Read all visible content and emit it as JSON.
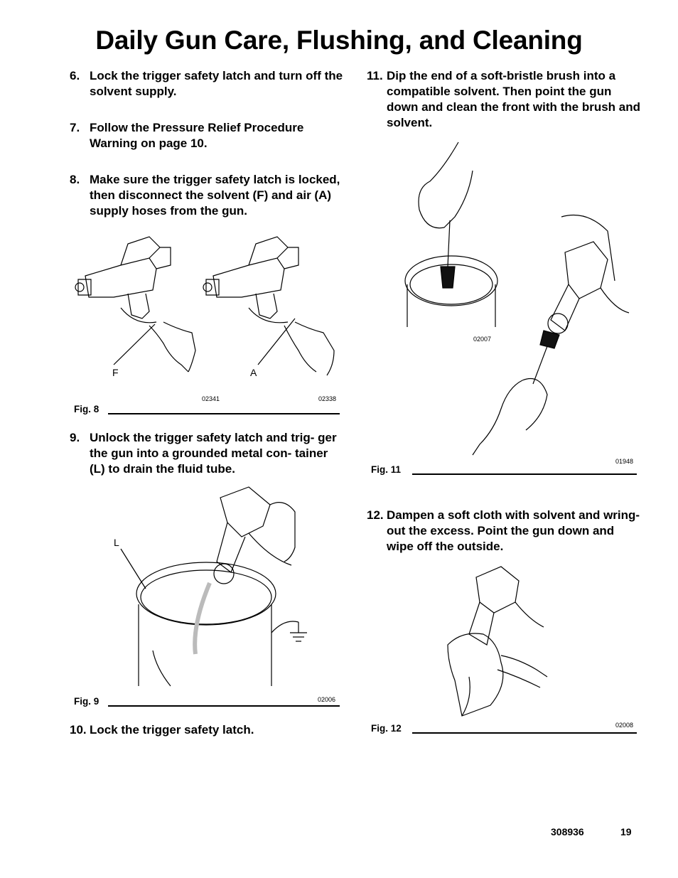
{
  "page": {
    "title": "Daily Gun Care, Flushing, and Cleaning",
    "doc_number": "308936",
    "page_number": "19"
  },
  "steps": [
    {
      "num": "6.",
      "text": "Lock the trigger safety latch and turn off the solvent supply."
    },
    {
      "num": "7.",
      "text": "Follow the Pressure Relief Procedure Warning on page 10."
    },
    {
      "num": "8.",
      "text": "Make sure the trigger safety latch is locked, then disconnect the solvent (F) and air (A) supply hoses from the gun."
    },
    {
      "num": "9.",
      "text": "Unlock the trigger safety latch and trig- ger the gun into a grounded metal con- tainer (L) to drain the fluid tube."
    },
    {
      "num": "10.",
      "text": "Lock the trigger safety latch."
    },
    {
      "num": "11.",
      "text": "Dip the end of a soft-bristle brush into a compatible solvent. Then point the gun down and clean the front with the brush and solvent."
    },
    {
      "num": "12.",
      "text": "Dampen a soft cloth with solvent and wring-out the excess. Point the gun down and wipe off the outside."
    }
  ],
  "figures": {
    "fig8": {
      "label": "Fig. 8",
      "codes": [
        "02341",
        "02338"
      ],
      "callouts": [
        "F",
        "A"
      ]
    },
    "fig9": {
      "label": "Fig. 9",
      "codes": [
        "02006"
      ],
      "callouts": [
        "L"
      ]
    },
    "fig11": {
      "label": "Fig. 11",
      "codes": [
        "02007",
        "01948"
      ]
    },
    "fig12": {
      "label": "Fig. 12",
      "codes": [
        "02008"
      ]
    }
  },
  "icons": [
    "spray-gun-illustration",
    "hand-illustration",
    "container-illustration",
    "brush-illustration",
    "ground-symbol-icon",
    "cloth-illustration"
  ]
}
